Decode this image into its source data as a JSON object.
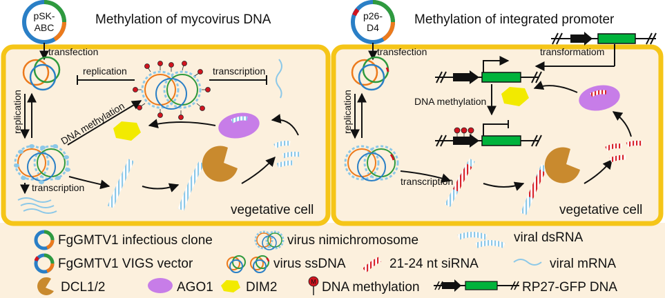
{
  "left": {
    "plasmid_label_1": "pSK-",
    "plasmid_label_2": "ABC",
    "title": "Methylation of mycovirus DNA",
    "transfection": "transfection",
    "replication_top": "replication",
    "transcription_top": "transcription",
    "replication_side": "replication",
    "dna_methylation": "DNA methylation",
    "transcription_bottom": "transcription",
    "cell": "vegetative cell"
  },
  "right": {
    "plasmid_label_1": "p26-",
    "plasmid_label_2": "D4",
    "title": "Methylation of integrated promoter",
    "transfection": "transfection",
    "transformation": "transformatiom",
    "replication_side": "replication",
    "dna_methylation": "DNA methylation",
    "transcription": "transcription",
    "cell": "vegetative cell"
  },
  "legend": {
    "infectious_clone": "FgGMTV1 infectious clone",
    "minichromosome": "virus nimichromosome",
    "dsrna": "viral dsRNA",
    "vigs_vector": "FgGMTV1 VIGS vector",
    "ssdna": "virus ssDNA",
    "sirna": "21-24 nt siRNA",
    "mrna": "viral mRNA",
    "dcl": "DCL1/2",
    "ago": "AGO1",
    "dim": "DIM2",
    "methylation": "DNA methylation",
    "methyl_mark": "M",
    "gfp": "RP27-GFP DNA"
  },
  "colors": {
    "cell_border": "#f5c518",
    "cell_fill": "#fcf0dd",
    "ring_blue": "#2a7fc6",
    "ring_orange": "#ec7a1c",
    "ring_green": "#2f9a3e",
    "gfp_green": "#00b33c",
    "dcl": "#c98a2e",
    "ago": "#c77de8",
    "dim": "#f2ea00",
    "methyl": "#d1141f",
    "dsrna": "#8cc8e8",
    "sirna": "#d8232a"
  }
}
